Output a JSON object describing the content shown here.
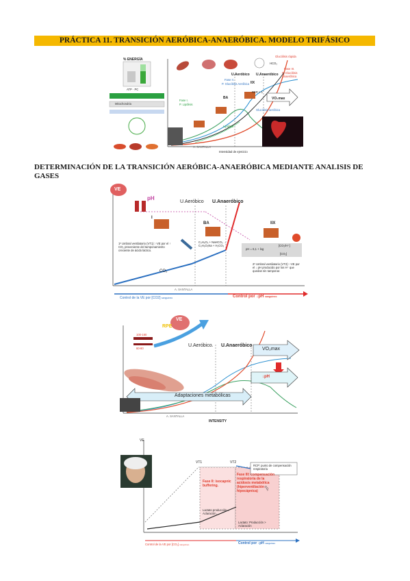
{
  "title": "PRÁCTICA 11. TRANSICIÓN AERÓBICA-ANAERÓBICA. MODELO TRIFÁSICO",
  "heading": "DETERMINACIÓN DE LA TRANSICIÓN AERÓBICA-ANAERÓBICA MEDIANTE ANALISIS DE GASES",
  "fig1": {
    "energy": "% ENERGÍA",
    "atp": "ATP · PC",
    "mito": "Mitochondria",
    "u_aerobico": "U.Aeróbico",
    "u_anaerobico": "U.Anaeróbico",
    "hco3": "HCO₃",
    "fase1": "Fase I.",
    "lipolisis": "P. Lipólisis",
    "fase2": "Fase II.",
    "glucolisis_aer": "P. Glucólisis Aeróbica",
    "fase3": "Fase III.",
    "glucolisis_anae": "P. Glucólisis Anaeróbica",
    "glucolisis_rapida": "Glucólisis rápida",
    "glucolisis_aerobica": "Glucólisis aeróbica",
    "lipolisis_curve": "Lipólisis",
    "ba": "BA",
    "iix": "IIX",
    "rer": "RER > 1",
    "vo2max": "VO₂max",
    "x_label": "Intensidad de ejercicio",
    "santalla": "A. SANTALLA"
  },
  "fig2": {
    "ve": "VE",
    "ph": "pH",
    "u_aerobico": "U.Aeróbico",
    "u_anaerobico": "U.Anaeróbico",
    "i": "I",
    "ba": "BA",
    "iix": "IIX",
    "buffer": "C₃H₅O₃ + NaHCO₃ → C₃H₅O₃Na + H₂CO₃",
    "vt1": "1º Umbral ventilatorio (VT1): ↑VE por el ↑ CO₂ proveniente del tamponamiento creciente de ácido láctico.",
    "co2": "CO₂",
    "hplus": "[CO₂/H⁺]",
    "ph_eq": "pH = 6,1 + log",
    "co2_bottom": "[CO₂]",
    "vt2": "2º Umbral ventilatorio (VT2): ↑VE por el ↓ pH producido por los H⁺ que quedan sin tamponar.",
    "santalla": "A. SANTALLA",
    "control_co2": "Control de la VE por [CO2]",
    "sanguineo": "sanguíneo",
    "control_ph": "Control por ↓pH",
    "sanguineo2": "sanguíneo"
  },
  "fig3": {
    "ve": "VE",
    "rpe": "RPE",
    "hr1": "100-160",
    "hr2": "60-80",
    "u_aerobico": "U.Aeróbico.",
    "u_anaerobico": "U.Anaeróbico",
    "vo2max": "VO₂max",
    "ph": "↓pH",
    "adaptaciones": "Adaptaciones metabólicas",
    "santalla": "A. SANTALLA",
    "intensity": "INTENSITY"
  },
  "fig4": {
    "ve": "VE",
    "vt1": "VT1",
    "vt2": "VT2",
    "rcp": "RCP: punto de compensación respiratoria",
    "fase2": "Fase II: isocapnic buffering.",
    "fase3": "Fase III: compensación respiratoria de la acidosis metabólica (hiperventilación hipocápnica)",
    "co2": "CO₂",
    "lactate1": "Lactato producción = Aclaración.",
    "lactate2": "Lactato: Producción > Aclaración",
    "control_co2": "Control de la VE por [CO₂]",
    "sanguineo": "sanguíneo",
    "control_ph": "Control por ↓pH",
    "sanguineo2": "sanguíneo"
  }
}
